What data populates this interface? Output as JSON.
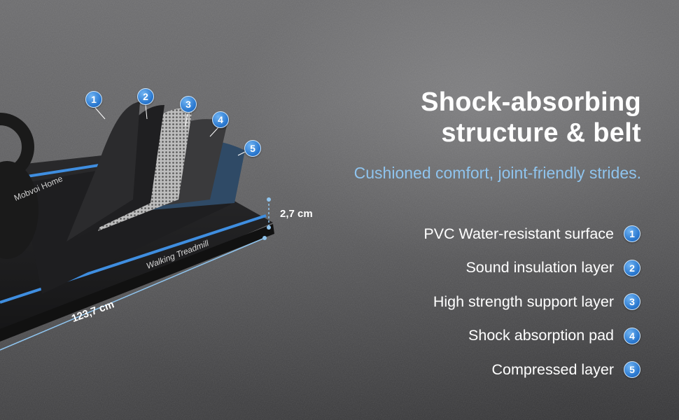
{
  "headline": {
    "line1": "Shock-absorbing",
    "line2": "structure & belt"
  },
  "subheadline": "Cushioned comfort, joint-friendly strides.",
  "features": [
    {
      "number": "1",
      "label": "PVC Water-resistant surface"
    },
    {
      "number": "2",
      "label": "Sound insulation layer"
    },
    {
      "number": "3",
      "label": "High strength support layer"
    },
    {
      "number": "4",
      "label": "Shock absorption pad"
    },
    {
      "number": "5",
      "label": "Compressed layer"
    }
  ],
  "callouts": [
    "1",
    "2",
    "3",
    "4",
    "5"
  ],
  "product": {
    "brand": "Mobvoi Home",
    "model": "Walking Treadmill",
    "thickness": "2,7 cm",
    "length": "123,7 cm"
  },
  "colors": {
    "accent_blue": "#2a78cf",
    "subheadline_blue": "#8fc4ee",
    "treadmill_stripe": "#3f8ee0",
    "text_white": "#ffffff"
  }
}
